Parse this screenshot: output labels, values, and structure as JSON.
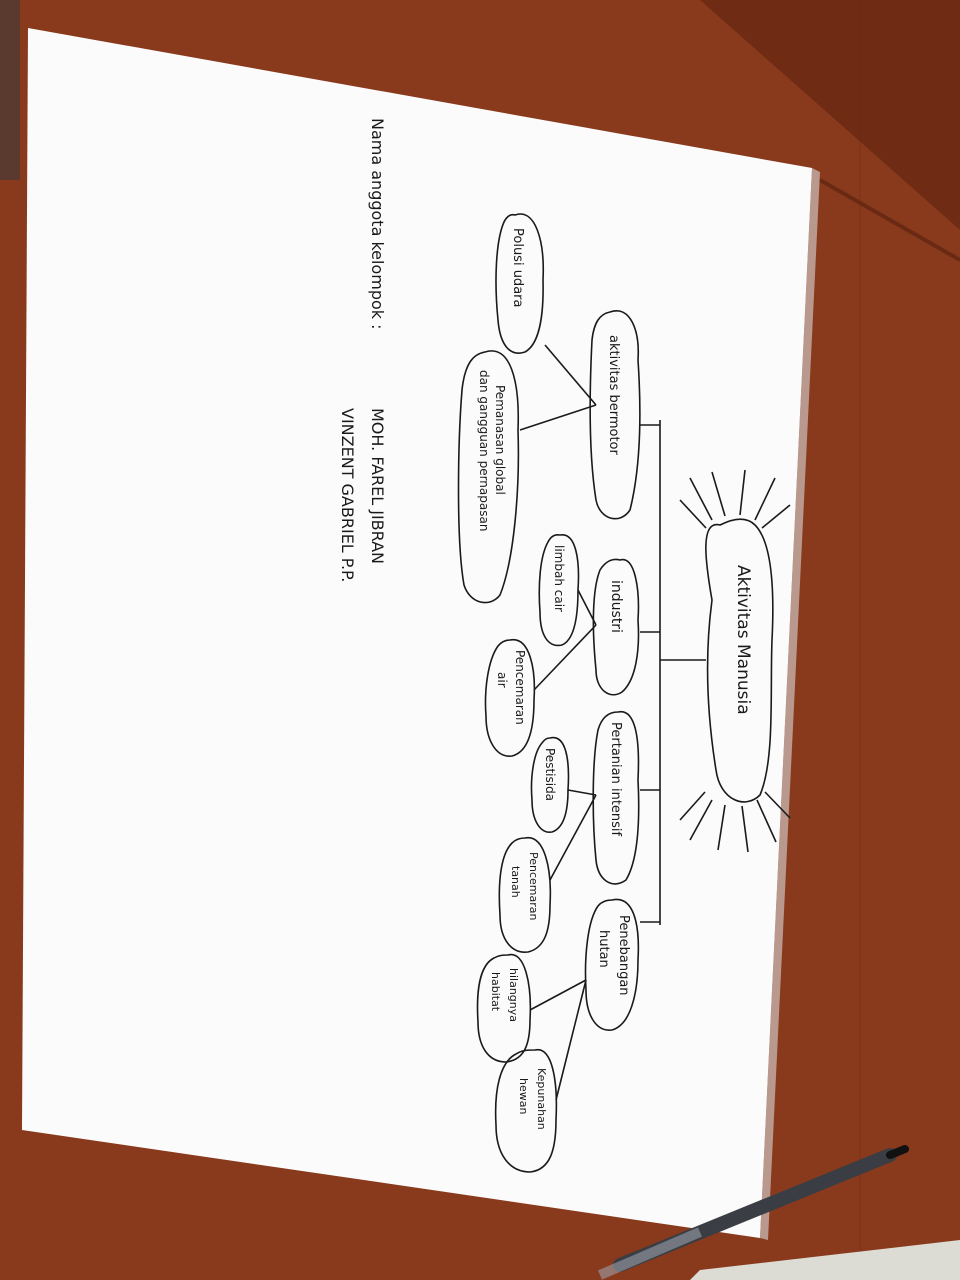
{
  "photo": {
    "subject": "Hand-drawn mind map on white paper lying on a wooden table, photographed rotated 90 degrees",
    "colors": {
      "table": "#8a3a1c",
      "paper": "#fbfbfb",
      "ink": "#1a1a1a",
      "pen": "#3a3d44"
    }
  },
  "map": {
    "root": "Aktivitas Manusia",
    "branches": {
      "b1": "aktivitas bermotor",
      "b2": "industri",
      "b3": "Pertanian intensif",
      "b4": [
        "Penebangan",
        "hutan"
      ]
    },
    "effects": {
      "e1": "Polusi udara",
      "e2": [
        "Pemanasan global",
        "dan gangguan pernapasan"
      ],
      "e3": "limbah cair",
      "e4": [
        "Pencemaran",
        "air"
      ],
      "e5": "Pestisida",
      "e6": [
        "Pencemaran",
        "tanah"
      ],
      "e7": [
        "hilangnya",
        "habitat"
      ],
      "e8": [
        "Kepunahan",
        "hewan"
      ]
    }
  },
  "members": {
    "label": "Nama anggota kelompok :",
    "names": [
      "MOH. FAREL JIBRAN",
      "VINZENT GABRIEL P.P."
    ]
  }
}
